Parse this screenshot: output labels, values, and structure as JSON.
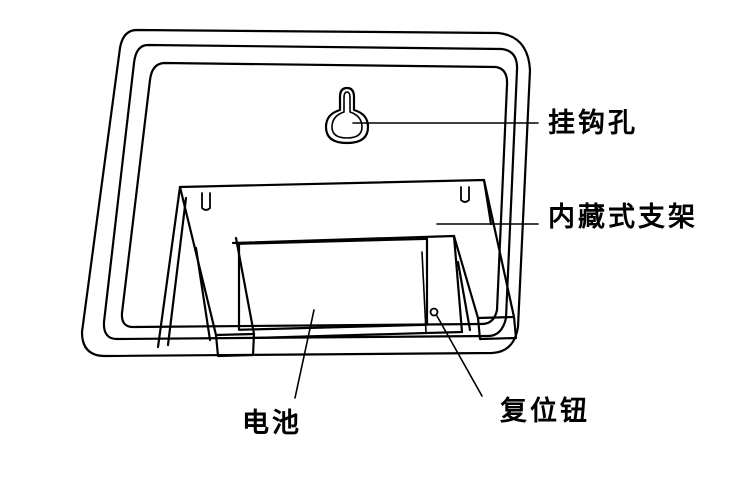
{
  "labels": {
    "hanging_hole": "挂钩孔",
    "built_in_stand": "内藏式支架",
    "battery": "电池",
    "reset_button": "复位钮"
  },
  "colors": {
    "line": "#000000",
    "background": "#ffffff"
  }
}
